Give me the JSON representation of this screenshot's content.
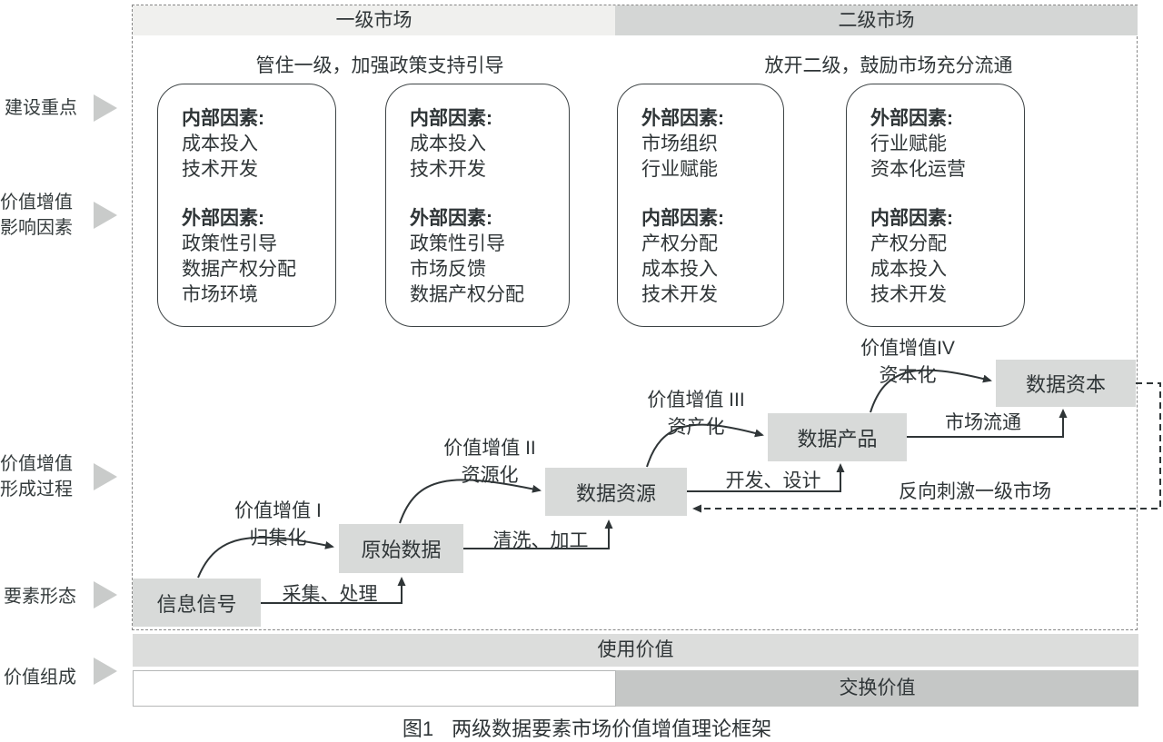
{
  "headers": {
    "primary": "一级市场",
    "secondary": "二级市场"
  },
  "policies": {
    "primary": "管住一级，加强政策支持引导",
    "secondary": "放开二级，鼓励市场充分流通"
  },
  "row_labels": {
    "construction": "建设重点",
    "influence_line1": "价值增值",
    "influence_line2": "影响因素",
    "process_line1": "价值增值",
    "process_line2": "形成过程",
    "element_form": "要素形态",
    "value_composition": "价值组成"
  },
  "factor_boxes": [
    {
      "sections": [
        {
          "title": "内部因素:",
          "items": [
            "成本投入",
            "技术开发"
          ]
        },
        {
          "title": "外部因素:",
          "items": [
            "政策性引导",
            "数据产权分配",
            "市场环境"
          ]
        }
      ]
    },
    {
      "sections": [
        {
          "title": "内部因素:",
          "items": [
            "成本投入",
            "技术开发"
          ]
        },
        {
          "title": "外部因素:",
          "items": [
            "政策性引导",
            "市场反馈",
            "数据产权分配"
          ]
        }
      ]
    },
    {
      "sections": [
        {
          "title": "外部因素:",
          "items": [
            "市场组织",
            "行业赋能"
          ]
        },
        {
          "title": "内部因素:",
          "items": [
            "产权分配",
            "成本投入",
            "技术开发"
          ]
        }
      ]
    },
    {
      "sections": [
        {
          "title": "外部因素:",
          "items": [
            "行业赋能",
            "资本化运营"
          ]
        },
        {
          "title": "内部因素:",
          "items": [
            "产权分配",
            "成本投入",
            "技术开发"
          ]
        }
      ]
    }
  ],
  "flow": {
    "nodes": [
      "信息信号",
      "原始数据",
      "数据资源",
      "数据产品",
      "数据资本"
    ],
    "steps": [
      "采集、处理",
      "清洗、加工",
      "开发、设计",
      "市场流通"
    ],
    "increments": [
      {
        "line1": "价值增值 I",
        "line2": "归集化"
      },
      {
        "line1": "价值增值 II",
        "line2": "资源化"
      },
      {
        "line1": "价值增值 III",
        "line2": "资产化"
      },
      {
        "line1": "价值增值IV",
        "line2": "资本化"
      }
    ],
    "feedback": "反向刺激一级市场"
  },
  "value_bars": {
    "use_value": "使用价值",
    "exchange_value": "交换价值"
  },
  "caption": {
    "fig_no": "图1",
    "title": "两级数据要素市场价值增值理论框架"
  },
  "colors": {
    "header_primary_bg": "#f0f0ee",
    "header_secondary_bg": "#d4d6d5",
    "node_bg": "#d8dad9",
    "use_value_bg": "#dcdddc",
    "exchange_value_bg": "#c5c7c6",
    "line": "#2f3537",
    "row_arrow": "#c9cbca"
  }
}
